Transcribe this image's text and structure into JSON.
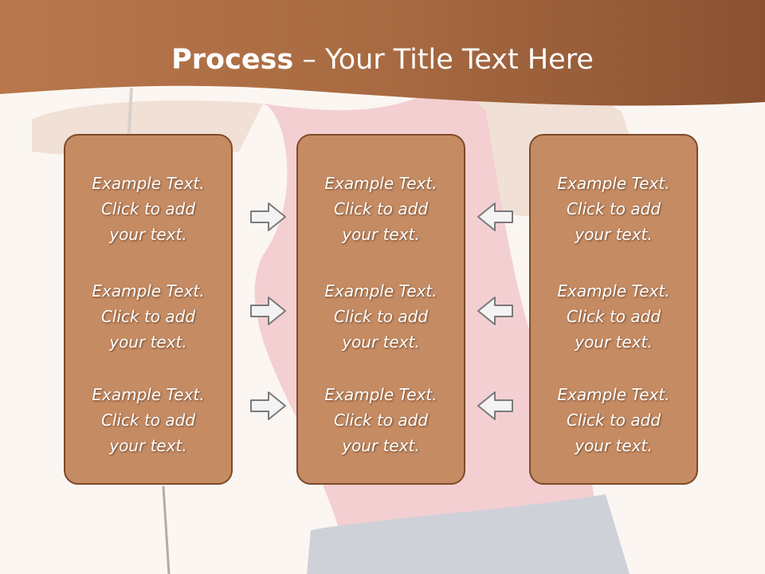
{
  "slide": {
    "title_bold": "Process",
    "title_rest": " – Your Title Text Here",
    "accent_color": "#a9683f",
    "box_color": "#c58b63",
    "box_border_color": "#7d4a2a"
  },
  "columns": [
    {
      "rows": [
        [
          "Example Text.",
          "Click  to add",
          "your text."
        ],
        [
          "Example Text.",
          "Click  to add",
          "your text."
        ],
        [
          "Example Text.",
          "Click  to add",
          "your text."
        ]
      ]
    },
    {
      "rows": [
        [
          "Example Text.",
          "Click  to add",
          "your text."
        ],
        [
          "Example Text.",
          "Click  to add",
          "your text."
        ],
        [
          "Example Text.",
          "Click  to add",
          "your text."
        ]
      ]
    },
    {
      "rows": [
        [
          "Example Text.",
          "Click  to add",
          "your text."
        ],
        [
          "Example Text.",
          "Click  to add",
          "your text."
        ],
        [
          "Example Text.",
          "Click  to add",
          "your text."
        ]
      ]
    }
  ],
  "arrows": {
    "left_side": [
      "arrow-right-icon",
      "arrow-right-icon",
      "arrow-right-icon"
    ],
    "right_side": [
      "arrow-left-icon",
      "arrow-left-icon",
      "arrow-left-icon"
    ]
  }
}
